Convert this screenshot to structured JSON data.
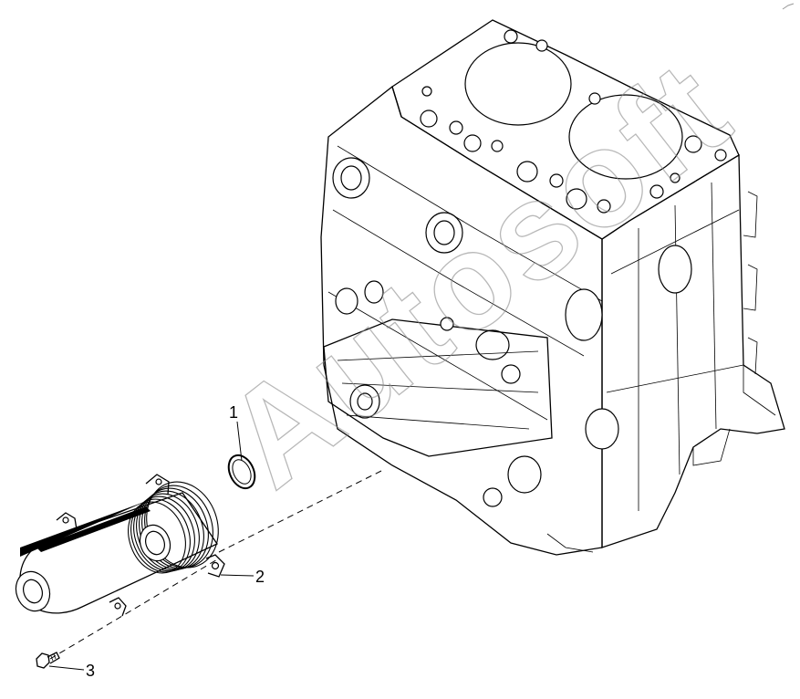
{
  "callouts": [
    {
      "id": "1",
      "label": "1"
    },
    {
      "id": "2",
      "label": "2"
    },
    {
      "id": "3",
      "label": "3"
    }
  ],
  "watermark": "Autosoft",
  "colors": {
    "line": "#000000",
    "watermark": "#8a8a8a",
    "background": "#ffffff"
  }
}
